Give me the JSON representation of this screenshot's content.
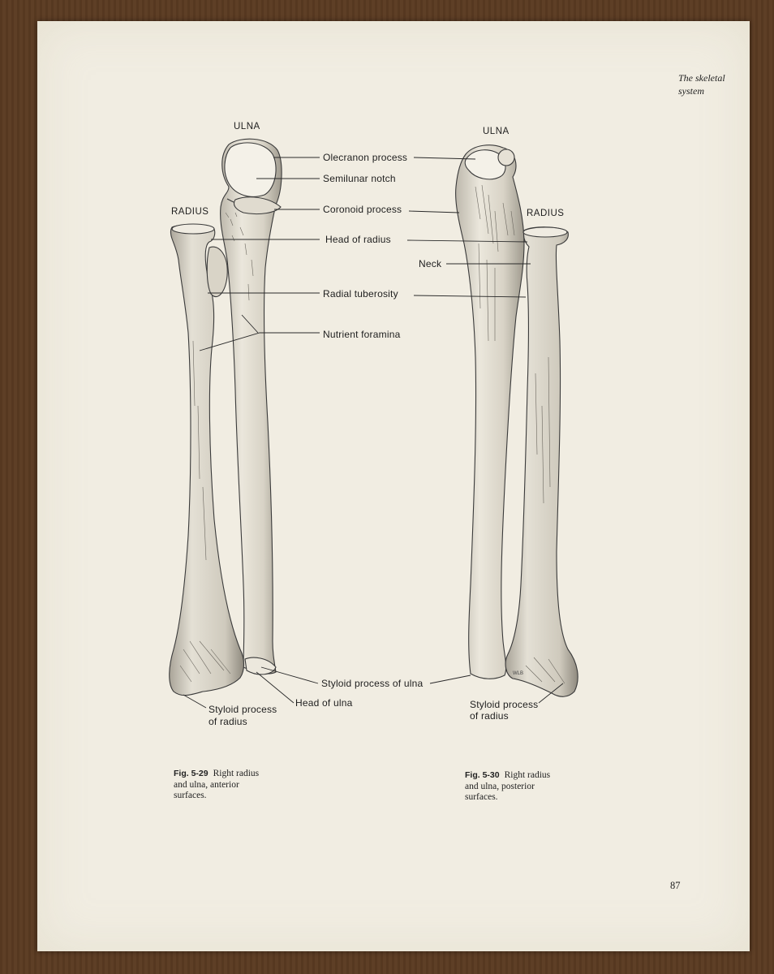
{
  "header": {
    "line1": "The skeletal",
    "line2": "system"
  },
  "figure_left": {
    "bone_label_ulna": "ULNA",
    "bone_label_radius": "RADIUS",
    "labels": {
      "olecranon": "Olecranon process",
      "semilunar": "Semilunar notch",
      "coronoid": "Coronoid process",
      "head_radius": "Head of radius",
      "radial_tuberosity": "Radial tuberosity",
      "nutrient": "Nutrient foramina",
      "styloid_ulna": "Styloid process of ulna",
      "head_ulna": "Head of ulna",
      "styloid_radius_1": "Styloid process",
      "styloid_radius_2": "of radius"
    },
    "caption": {
      "fig": "Fig. 5-29",
      "line1": "Right radius",
      "line2": "and ulna, anterior",
      "line3": "surfaces."
    }
  },
  "figure_right": {
    "bone_label_ulna": "ULNA",
    "bone_label_radius": "RADIUS",
    "labels": {
      "neck": "Neck",
      "styloid_radius_1": "Styloid process",
      "styloid_radius_2": "of radius"
    },
    "caption": {
      "fig": "Fig. 5-30",
      "line1": "Right radius",
      "line2": "and ulna, posterior",
      "line3": "surfaces."
    }
  },
  "page_number": "87"
}
